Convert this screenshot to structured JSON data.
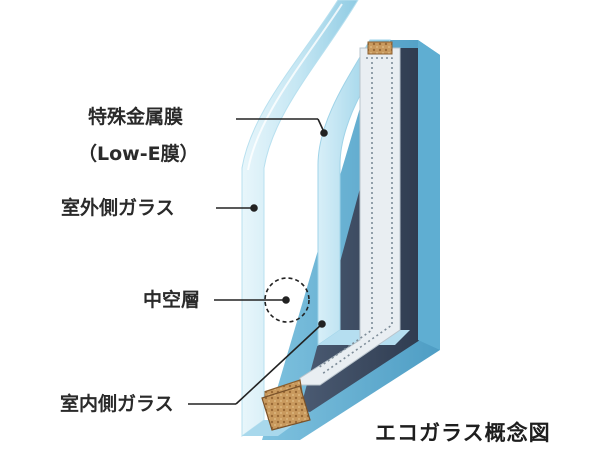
{
  "labels": {
    "low_e_film": "特殊金属膜",
    "low_e_film_sub": "（Low-E膜）",
    "outdoor_glass": "室外側ガラス",
    "air_layer": "中空層",
    "indoor_glass": "室内側ガラス"
  },
  "caption": "エコガラス概念図",
  "colors": {
    "glass_light": "#cfeaf5",
    "glass_mid": "#8ecbe3",
    "glass_edge": "#5aa9cd",
    "frame_dark": "#3a4a60",
    "spacer": "#c99a5e",
    "leader": "#222222"
  }
}
